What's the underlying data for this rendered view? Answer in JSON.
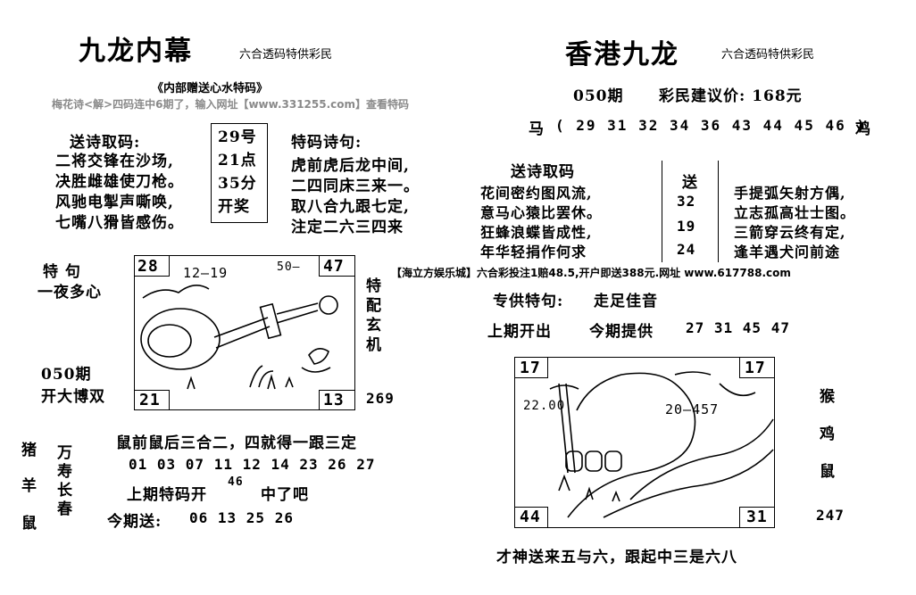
{
  "left": {
    "title": "九龙内幕",
    "subtitle": "六合透码特供彩民",
    "note": "《内部赠送心水特码》",
    "ad_line": "梅花诗<解>四码连中6期了，输入网址【www.331255.com】查看特码",
    "poem_label": "送诗取码:",
    "poem": [
      "二将交锋在沙场,",
      "决胜雌雄使刀枪。",
      "风驰电掣声嘶唤,",
      "七嘴八猾皆感伤。"
    ],
    "draw_info": [
      "29号",
      "21点",
      "35分",
      "开奖"
    ],
    "special_poem_label": "特码诗句:",
    "special_poem": [
      "虎前虎后龙中间,",
      "二四同床三来一。",
      "取八合九跟七定,",
      "注定二六三四来"
    ],
    "teju_label": "特  句",
    "teju": "一夜多心",
    "issue": "050期",
    "issue_note": "开大博双",
    "side_vertical": [
      "特",
      "配",
      "玄",
      "机"
    ],
    "side_number": "269",
    "picture": {
      "tl": "28",
      "tr": "47",
      "bl": "21",
      "br": "13",
      "top_text": "12—19",
      "top_text2": "50—"
    },
    "rhyme": "鼠前鼠后三合二，四就得一跟三定",
    "numbers": "01 03 07 11 12 14 23 26 27",
    "last_label": "上期特码开",
    "last_num": "46",
    "last_tail": "中了吧",
    "today_label": "今期送:",
    "today_nums": "06 13 25 26",
    "animals": [
      "猪",
      "羊",
      "鼠"
    ],
    "blessing": [
      "万",
      "寿",
      "长",
      "春"
    ]
  },
  "right": {
    "title": "香港九龙",
    "subtitle": "六合透码特供彩民",
    "issue": "050期",
    "price_label": "彩民建议价: 168元",
    "horse_label": "马",
    "horse_nums": "( 29 31 32 34 36 43 44 45 46 )",
    "chicken_label": "鸡",
    "poem_label": "送诗取码",
    "poem_a": [
      "花间密约图风流,",
      "意马心猿比罢休。",
      "狂蜂浪蝶皆成性,",
      "年华轻捐作何求"
    ],
    "box_label": "送",
    "box_nums": [
      "32",
      "19",
      "24"
    ],
    "poem_b": [
      "手提弧矢射方偶,",
      "立志孤高壮士图。",
      "三箭穿云终有定,",
      "逢羊遇犬问前途"
    ],
    "ad": "【海立方娱乐城】六合彩投注1赔48.5,开户即送388元.网址 www.617788.com",
    "special_label": "专供特句:",
    "special": "走足佳音",
    "last_label": "上期开出",
    "provide_label": "今期提供",
    "provide_nums": "27 31 45 47",
    "picture": {
      "tl": "17",
      "tr": "17",
      "bl": "44",
      "br": "31",
      "mid": "20—457",
      "left": "22.00"
    },
    "animals": [
      "猴",
      "鸡",
      "鼠"
    ],
    "side_number": "247",
    "footer": "才神送来五与六，跟起中三是六八"
  }
}
